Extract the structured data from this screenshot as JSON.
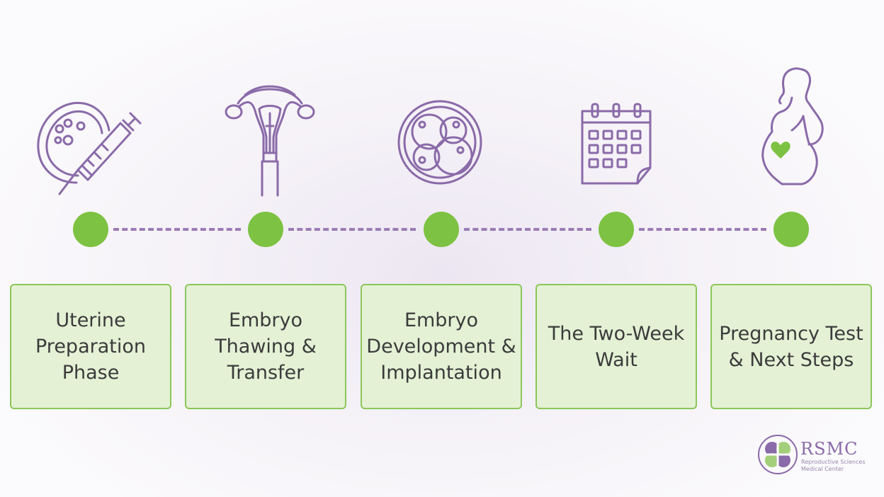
{
  "colors": {
    "accent_green": "#7dc242",
    "box_fill": "#e4f1d5",
    "box_border": "#8cc75a",
    "icon_purple": "#8a6aa8",
    "heart_green": "#7dc242"
  },
  "steps": [
    {
      "label": "Uterine Preparation Phase",
      "icon": "syringe-follicle-icon"
    },
    {
      "label": "Embryo Thawing & Transfer",
      "icon": "uterus-catheter-icon"
    },
    {
      "label": "Embryo Development & Implantation",
      "icon": "embryo-cells-icon"
    },
    {
      "label": "The Two-Week Wait",
      "icon": "calendar-icon"
    },
    {
      "label": "Pregnancy Test & Next Steps",
      "icon": "pregnant-woman-icon"
    }
  ],
  "logo": {
    "name": "RSMC",
    "line1": "Reproductive Sciences",
    "line2": "Medical Center"
  }
}
